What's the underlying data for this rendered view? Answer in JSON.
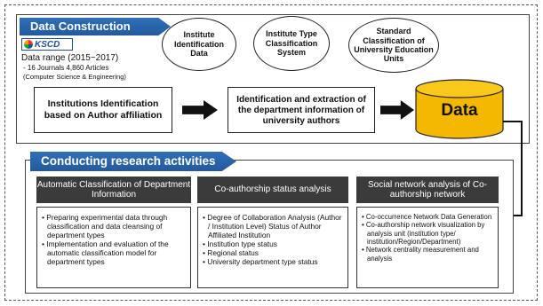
{
  "construction": {
    "title": "Data Construction",
    "logo_text": "KSCD",
    "range_label": "Data range (2015~2017)",
    "range_detail": "- 16 Journals 4,860 Articles",
    "range_field": "(Computer Science & Engineering)",
    "ellipses": [
      "Institute Identification Data",
      "Institute Type Classification System",
      "Standard Classification of University Education Units"
    ],
    "step1": "Institutions Identification based on Author affiliation",
    "step2": "Identification and extraction of the department information of university authors",
    "data_label": "Data",
    "colors": {
      "banner": "#2f6fba",
      "cylinder": "#f5b800"
    }
  },
  "research": {
    "title": "Conducting research activities",
    "columns": [
      {
        "header": "Automatic Classification of Department Information",
        "items": [
          "Preparing experimental data through classification and data cleansing of department types",
          "Implementation and evaluation of the automatic classification model for department types"
        ]
      },
      {
        "header": "Co-authorship status analysis",
        "items": [
          "Degree of Collaboration Analysis (Author / Institution Level) Status of Author Affiliated Institution",
          "Institution type status",
          "Regional status",
          "University department type status"
        ]
      },
      {
        "header": "Social network analysis of Co-authorship network",
        "items": [
          "Co-occurrence Network Data Generation",
          "Co-authorship network visualization by analysis unit (institution type/ institution/Region/Department)",
          "Network centrality measurement and analysis"
        ]
      }
    ]
  }
}
